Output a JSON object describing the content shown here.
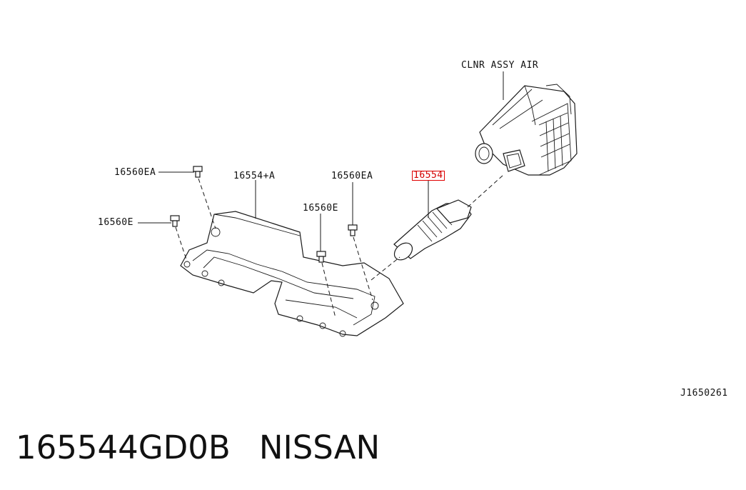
{
  "diagram": {
    "labels": {
      "air_cleaner": "CLNR ASSY AIR",
      "part_16554_a": "16554+A",
      "part_16554": "16554",
      "clip_16560ea_left": "16560EA",
      "clip_16560ea_right": "16560EA",
      "clip_16560e_left": "16560E",
      "clip_16560e_center": "16560E",
      "diagram_code": "J1650261"
    },
    "highlight_color": "#e00000"
  },
  "footer": {
    "part_number": "165544GD0B",
    "brand": "NISSAN"
  }
}
